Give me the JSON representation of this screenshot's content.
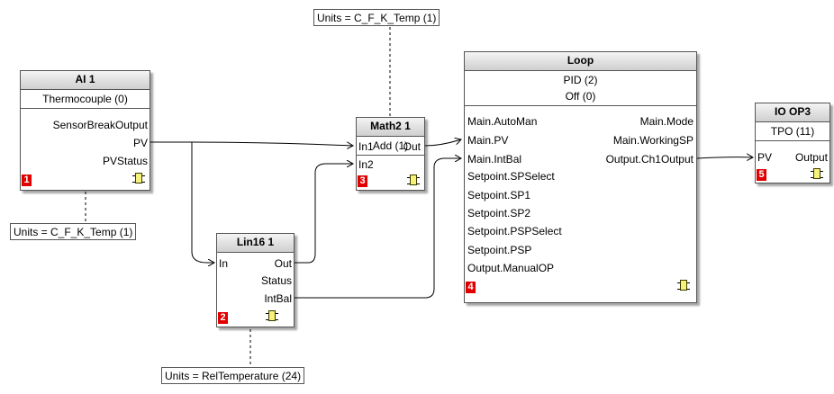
{
  "blocks": {
    "ai1": {
      "title": "AI 1",
      "sub": [
        "Thermocouple (0)"
      ],
      "outputs": [
        "SensorBreakOutput",
        "PV",
        "PVStatus"
      ],
      "number": "1"
    },
    "math2": {
      "title": "Math2 1",
      "sub": [
        "Add (1)"
      ],
      "inputs": [
        "In1",
        "In2"
      ],
      "outputs": [
        "Out"
      ],
      "number": "3"
    },
    "lin16": {
      "title": "Lin16 1",
      "inputs": [
        "In"
      ],
      "outputs": [
        "Out",
        "Status",
        "IntBal"
      ],
      "number": "2"
    },
    "loop": {
      "title": "Loop",
      "sub": [
        "PID (2)",
        "Off (0)"
      ],
      "inputs": [
        "Main.AutoMan",
        "Main.PV",
        "Main.IntBal",
        "Setpoint.SPSelect",
        "Setpoint.SP1",
        "Setpoint.SP2",
        "Setpoint.PSPSelect",
        "Setpoint.PSP",
        "Output.ManualOP"
      ],
      "outputs": [
        "Main.Mode",
        "Main.WorkingSP",
        "Output.Ch1Output"
      ],
      "number": "4"
    },
    "ioop3": {
      "title": "IO OP3",
      "sub": [
        "TPO (11)"
      ],
      "inputs": [
        "PV"
      ],
      "outputs": [
        "Output"
      ],
      "number": "5"
    }
  },
  "annotations": {
    "top": "Units = C_F_K_Temp (1)",
    "left": "Units = C_F_K_Temp (1)",
    "bottom": "Units = RelTemperature (24)"
  },
  "colors": {
    "badge": "#e00000",
    "chip": "#f6f27a",
    "border": "#555555"
  }
}
